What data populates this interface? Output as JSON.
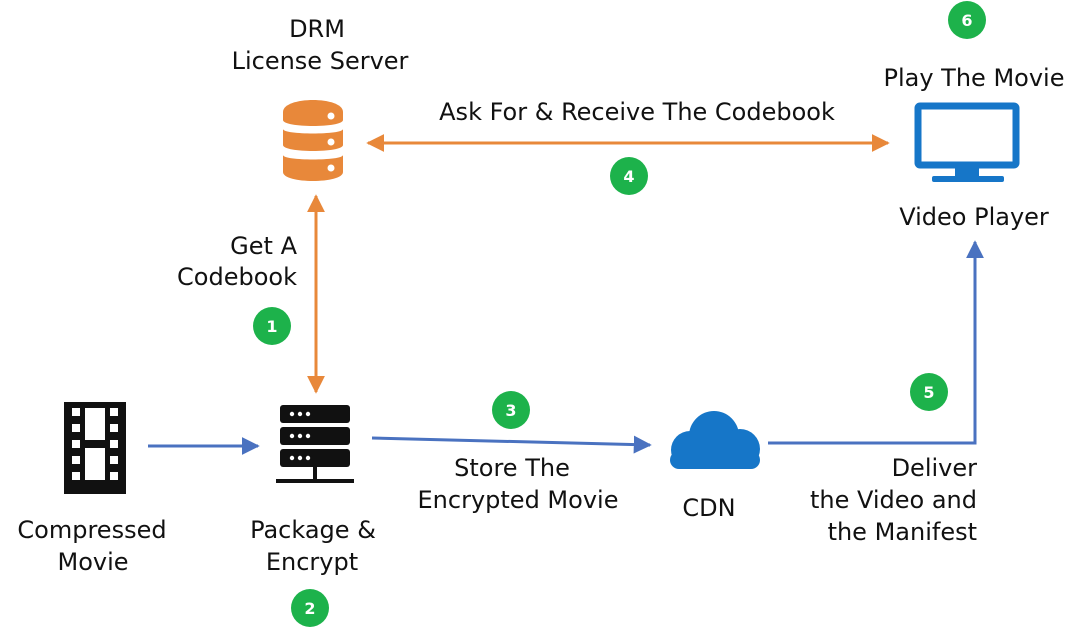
{
  "colors": {
    "accent_orange": "#E8883A",
    "accent_blue": "#4A72C0",
    "step_green": "#1DB24B",
    "server_dark": "#111111",
    "cdn_blue": "#1676C8",
    "player_blue": "#1676C8"
  },
  "nodes": {
    "drm_server": {
      "label_line1": "DRM",
      "label_line2": "License Server",
      "icon": "database-icon"
    },
    "compressed_movie": {
      "label_line1": "Compressed",
      "label_line2": "Movie",
      "icon": "film-strip-icon"
    },
    "package_encrypt": {
      "label_line1": "Package &",
      "label_line2": "Encrypt",
      "icon": "server-rack-icon"
    },
    "cdn": {
      "label": "CDN",
      "icon": "cloud-icon"
    },
    "video_player": {
      "title": "Play The Movie",
      "label": "Video Player",
      "icon": "monitor-icon"
    }
  },
  "edges": {
    "ask_receive": "Ask For & Receive The Codebook",
    "get_codebook_line1": "Get A",
    "get_codebook_line2": "Codebook",
    "store_line1": "Store The",
    "store_line2": "Encrypted Movie",
    "deliver_line1": "Deliver",
    "deliver_line2": "the Video and",
    "deliver_line3": "the Manifest"
  },
  "steps": [
    "1",
    "2",
    "3",
    "4",
    "5",
    "6"
  ]
}
